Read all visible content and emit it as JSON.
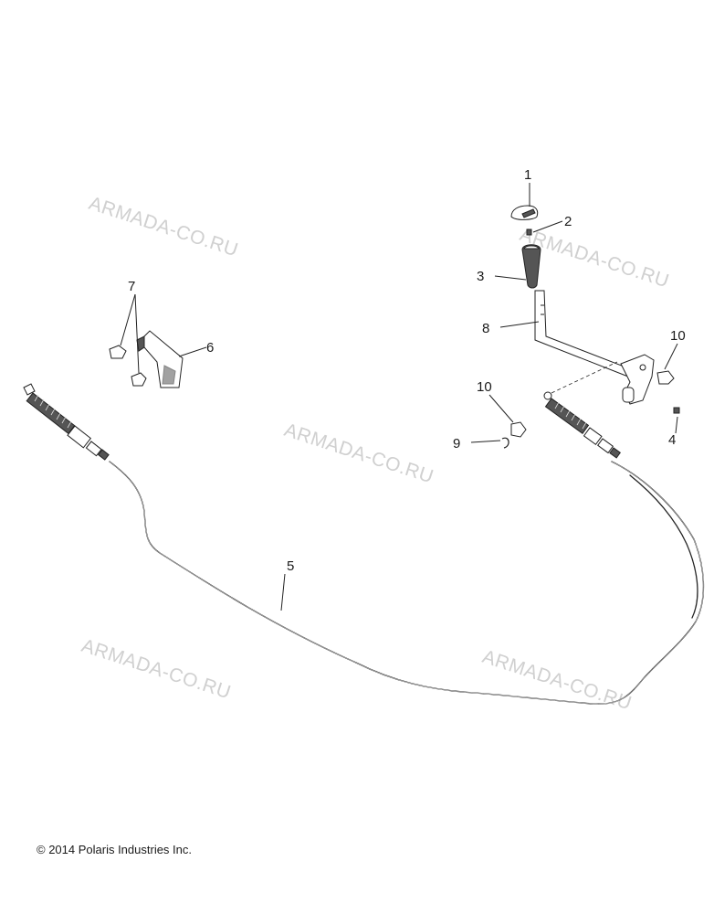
{
  "watermark_text": "ARMADA-CO.RU",
  "copyright": "© 2014 Polaris Industries Inc.",
  "callouts": [
    "1",
    "2",
    "3",
    "4",
    "5",
    "6",
    "7",
    "8",
    "9",
    "10",
    "10"
  ]
}
